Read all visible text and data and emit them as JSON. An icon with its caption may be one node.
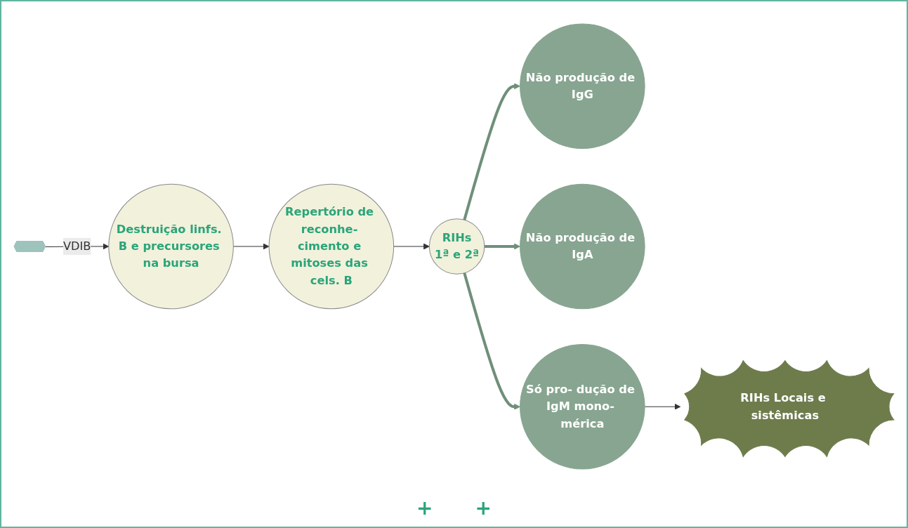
{
  "diagram": {
    "nodes": [
      {
        "text": [],
        "shape": "octagon"
      },
      {
        "text": [
          "Destruição linfs. B e precursores na bursa"
        ]
      },
      {
        "text": [
          "Repertório de reconhe- cimento e mitoses das cels. B"
        ]
      },
      {
        "text": [
          "RIHs",
          "1ª e 2ª"
        ]
      },
      {
        "text": [
          "Não produção de IgG"
        ]
      },
      {
        "text": [
          "Não produção de IgA"
        ]
      },
      {
        "text": [
          "Só pro- dução de IgM mono- mérica"
        ]
      },
      {
        "text": [
          "RIHs Locais e sistêmicas"
        ]
      }
    ],
    "edges": [
      {
        "from": 0,
        "to": 1,
        "arrow": "to",
        "label": "VDIB"
      },
      {
        "from": 1,
        "to": 2,
        "arrow": "to"
      },
      {
        "from": 2,
        "to": 3,
        "arrow": "to"
      },
      {
        "from": 3,
        "to": 4,
        "arrow": "to",
        "style": "thick",
        "color": "#6f8f7a"
      },
      {
        "from": 3,
        "to": 5,
        "arrow": "to",
        "style": "thick",
        "color": "#6f8f7a"
      },
      {
        "from": 3,
        "to": 6,
        "arrow": "to",
        "style": "thick",
        "color": "#6f8f7a"
      },
      {
        "from": 6,
        "to": 7,
        "arrow": "to"
      }
    ],
    "labels": [
      "+",
      "+"
    ]
  }
}
